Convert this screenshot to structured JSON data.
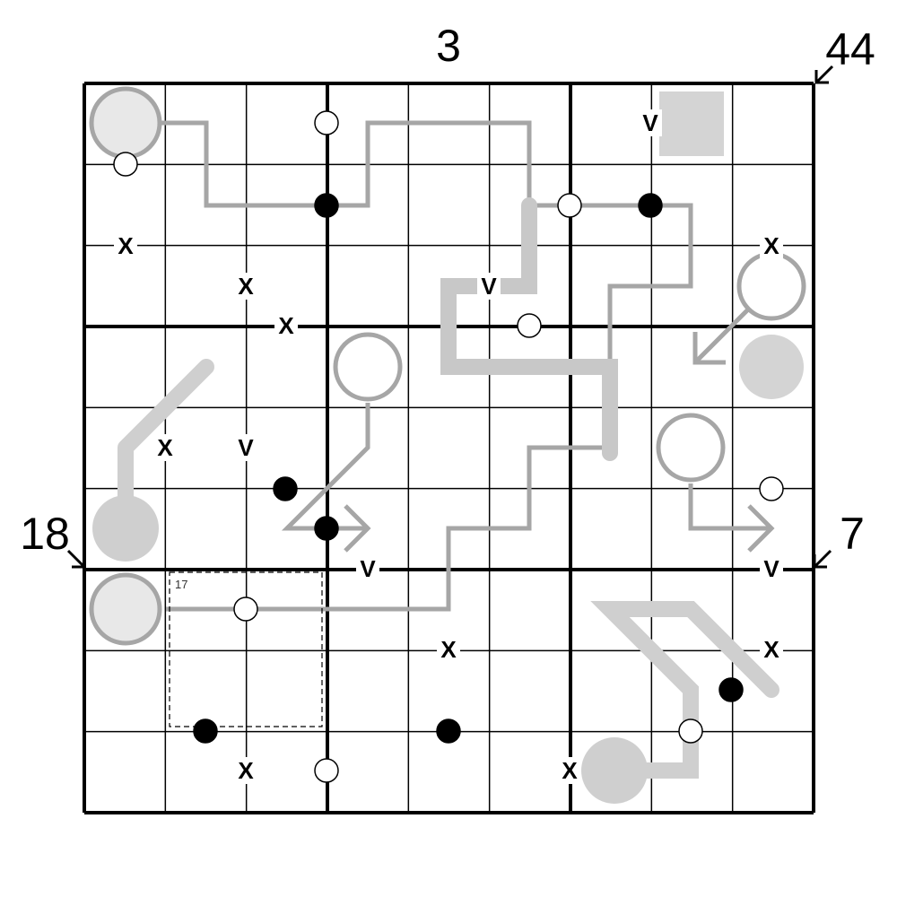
{
  "outside_clues": [
    {
      "name": "clue-top",
      "text": "3"
    },
    {
      "name": "clue-top-right",
      "text": "44"
    },
    {
      "name": "clue-left",
      "text": "18"
    },
    {
      "name": "clue-right",
      "text": "7"
    }
  ],
  "cage": {
    "sum": "17"
  },
  "colors": {
    "grid": "#000000",
    "line_gray": "#a6a6a6",
    "light_gray": "#d4d4d4",
    "bulb_fill": "#e8e8e8",
    "black_dot": "#000000",
    "white_dot": "#ffffff"
  },
  "xv_labels": {
    "x": "X",
    "v": "V"
  }
}
